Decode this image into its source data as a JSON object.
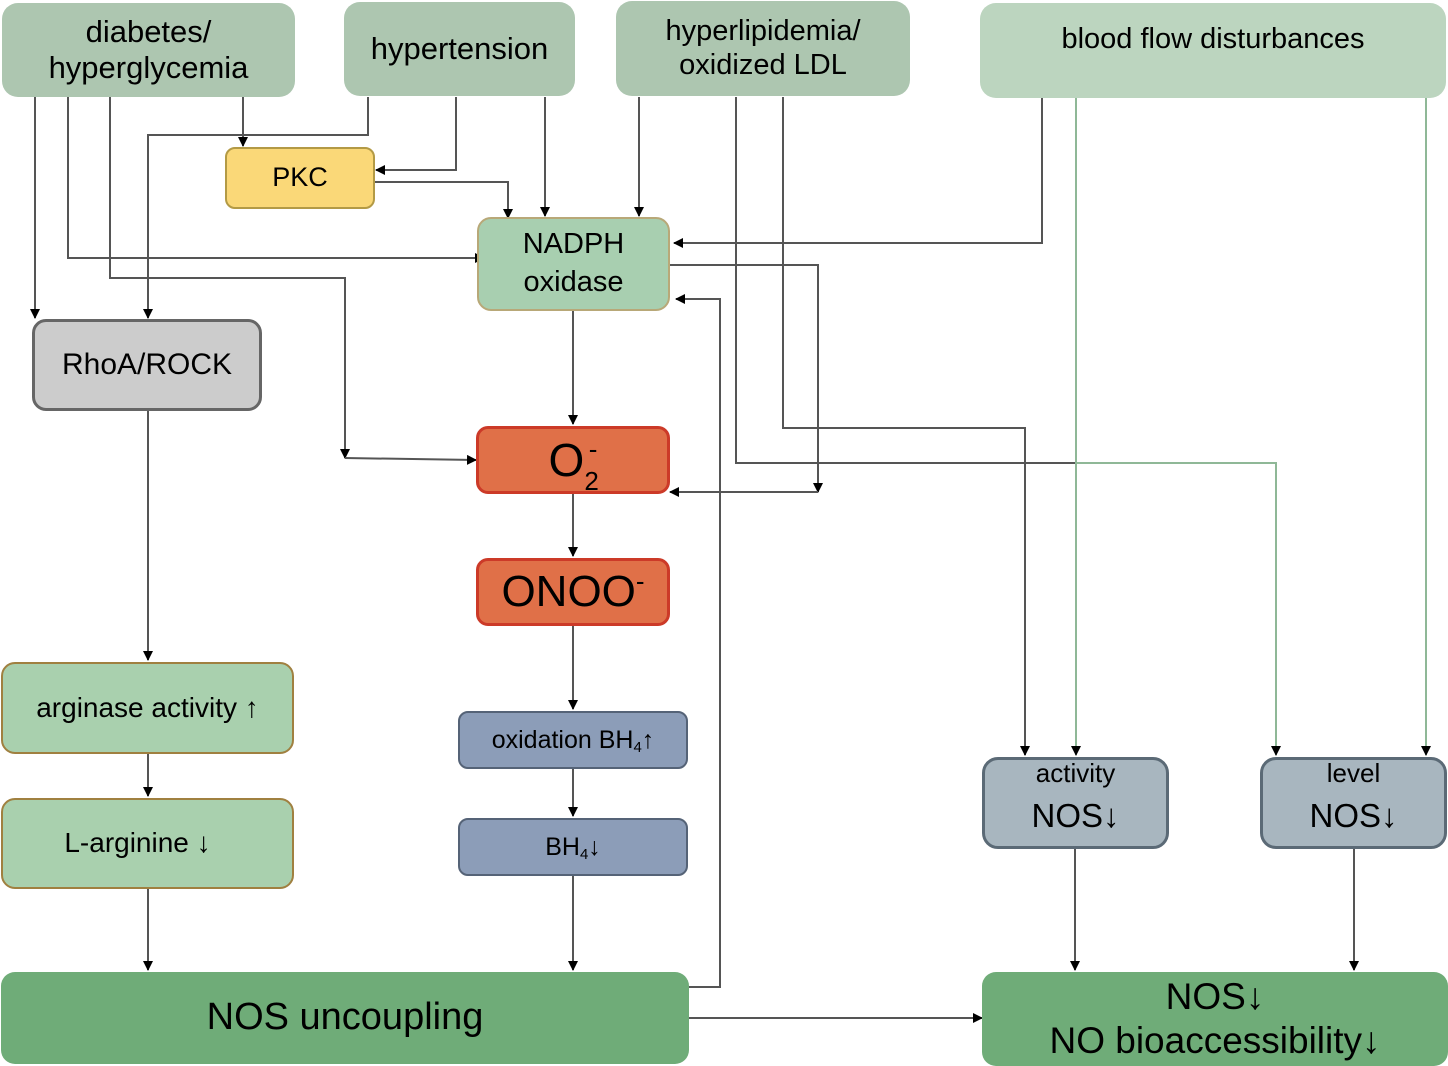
{
  "diagram": {
    "risk_factors": {
      "diabetes": [
        "diabetes/",
        "hyperglycemia"
      ],
      "hypertension": "hypertension",
      "hyperlipidemia": [
        "hyperlipidemia/",
        "oxidized LDL"
      ],
      "blood_flow": "blood flow disturbances"
    },
    "pkc": "PKC",
    "nadph": [
      "NADPH",
      "oxidase"
    ],
    "rhoa": "RhoA/ROCK",
    "superoxide": {
      "base": "O",
      "sub": "2",
      "sup": "-"
    },
    "peroxynitrite": {
      "base": "ONOO",
      "sup": "-"
    },
    "arginase": "arginase activity ↑",
    "l_arginine": "L-arginine ↓",
    "oxidation_bh4": {
      "prefix": "oxidation BH",
      "sub": "4",
      "suffix": "↑"
    },
    "bh4": {
      "prefix": "BH",
      "sub": "4",
      "suffix": "↓"
    },
    "nos_activity": {
      "top": "activity",
      "main": "NOS↓"
    },
    "nos_level": {
      "top": "level",
      "main": "NOS↓"
    },
    "nos_uncoupling": "NOS uncoupling",
    "final": [
      "NOS↓",
      "NO bioaccessibility↓"
    ]
  },
  "colors": {
    "risk_factor": "#adc6b0",
    "pkc": "#fad878",
    "nadph": "#a8cfb0",
    "rho": "#cccccc",
    "ros": "#e07048",
    "bh4": "#8c9db8",
    "nos": "#a8b6bf",
    "outcome": "#6fac78",
    "wire": "#555555",
    "green_wire": "#8fb897"
  }
}
